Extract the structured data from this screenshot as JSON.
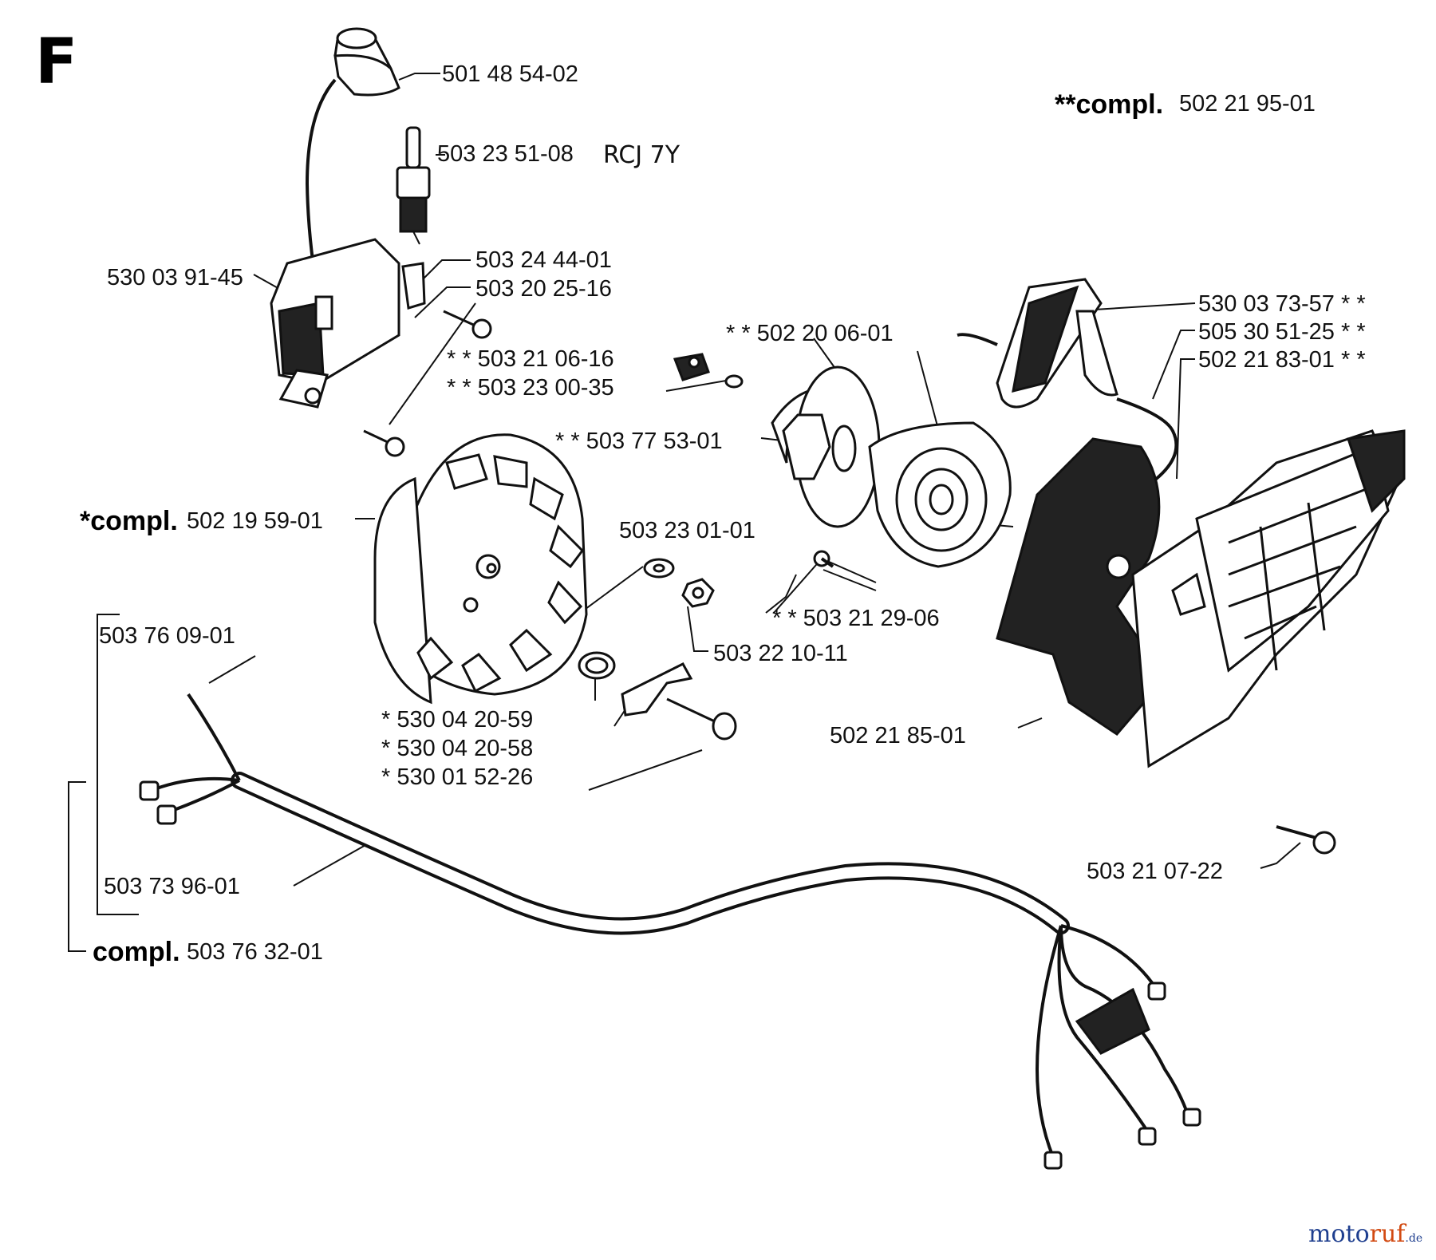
{
  "section_letter": "F",
  "labels": {
    "p_501_48_54_02": "501 48 54-02",
    "p_503_23_51_08": "503 23 51-08",
    "spark_plug_type": "RCJ 7Y",
    "compl_prefix_top": "**compl.",
    "p_502_21_95_01": "502 21 95-01",
    "p_530_03_91_45": "530 03 91-45",
    "p_503_24_44_01": "503 24 44-01",
    "p_503_20_25_16": "503 20 25-16",
    "p_503_21_06_16": "* * 503 21 06-16",
    "p_503_23_00_35": "* * 503 23 00-35",
    "p_502_20_06_01": "* * 502 20 06-01",
    "p_530_03_73_57": "530 03 73-57 * *",
    "p_505_30_51_25": "505 30 51-25 * *",
    "p_502_21_83_01": "502 21 83-01 * *",
    "p_503_77_53_01": "* * 503 77 53-01",
    "compl_prefix_flywheel": "*compl.",
    "p_502_19_59_01": "502 19 59-01",
    "p_503_23_01_01": "503 23 01-01",
    "p_503_21_29_06": "* * 503 21 29-06",
    "p_503_76_09_01": "503 76 09-01",
    "p_503_22_10_11": "503 22 10-11",
    "p_530_04_20_59": "* 530 04 20-59",
    "p_530_04_20_58": "* 530 04 20-58",
    "p_530_01_52_26": "* 530 01 52-26",
    "p_502_21_85_01": "502 21 85-01",
    "p_503_21_07_22": "503 21 07-22",
    "p_503_73_96_01": "503 73 96-01",
    "compl_prefix_harness": "compl.",
    "p_503_76_32_01": "503 76 32-01"
  },
  "watermark": {
    "text_a": "moto",
    "text_b": "ruf",
    "text_c": ".de",
    "color_a": "#1f3f8f",
    "color_b": "#d24a12"
  }
}
